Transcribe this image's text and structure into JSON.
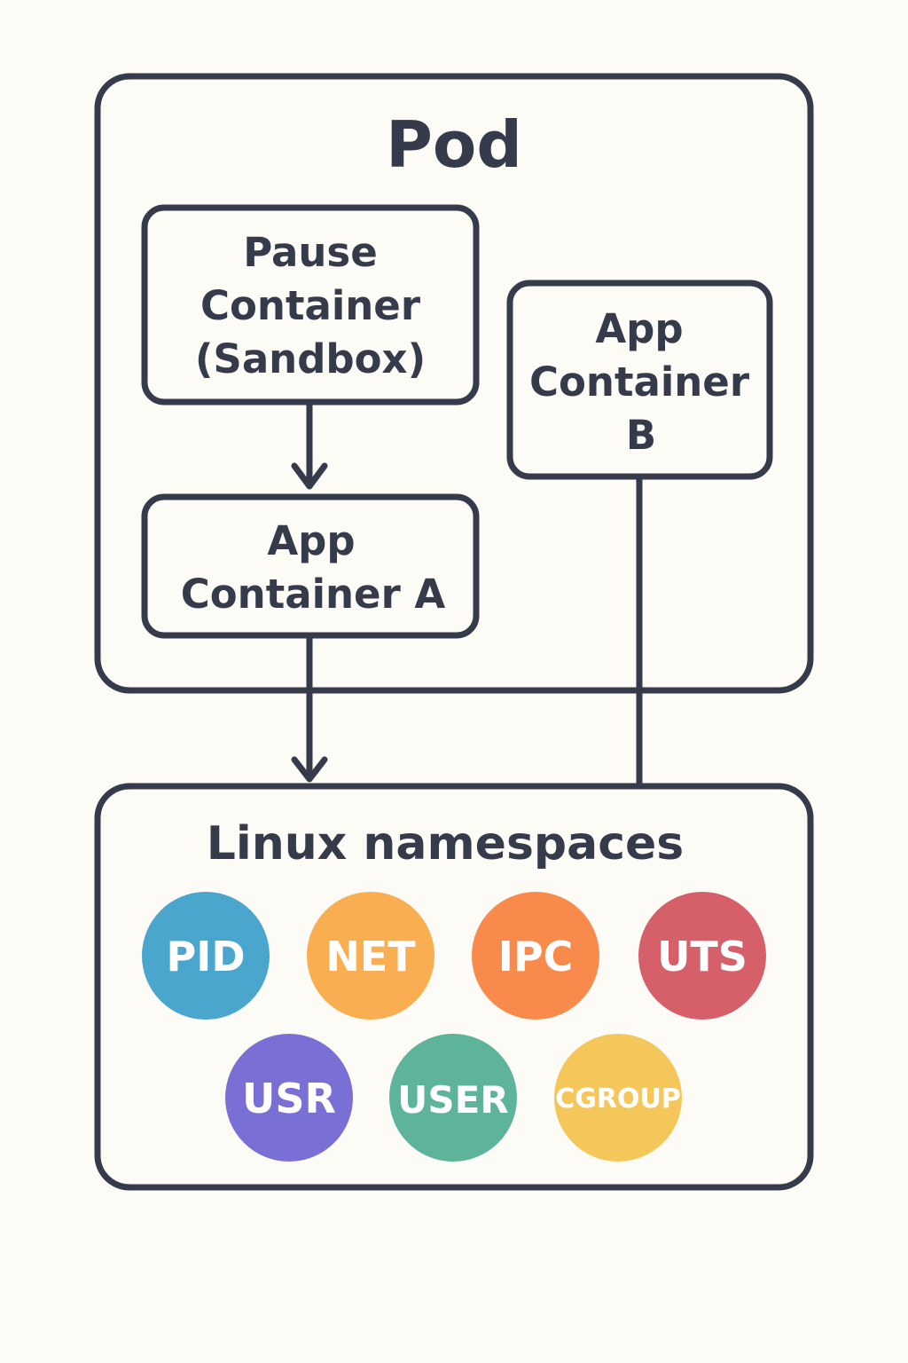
{
  "pod": {
    "title": "Pod"
  },
  "pause_container": {
    "lines": [
      "Pause",
      "Container",
      "(Sandbox)"
    ]
  },
  "app_container_a": {
    "lines": [
      "App",
      "Container A"
    ]
  },
  "app_container_b": {
    "lines": [
      "App",
      "Container",
      "B"
    ]
  },
  "namespaces": {
    "title": "Linux namespaces",
    "items": [
      {
        "label": "PID",
        "color": "#4aa6cc"
      },
      {
        "label": "NET",
        "color": "#f9ae52"
      },
      {
        "label": "IPC",
        "color": "#f88b4c"
      },
      {
        "label": "UTS",
        "color": "#d66069"
      },
      {
        "label": "USR",
        "color": "#7a6fd4"
      },
      {
        "label": "USER",
        "color": "#5eb39b"
      },
      {
        "label": "CGROUP",
        "color": "#f5c75a"
      }
    ]
  },
  "colors": {
    "ink": "#363b4c",
    "background": "#fcfbf6"
  }
}
